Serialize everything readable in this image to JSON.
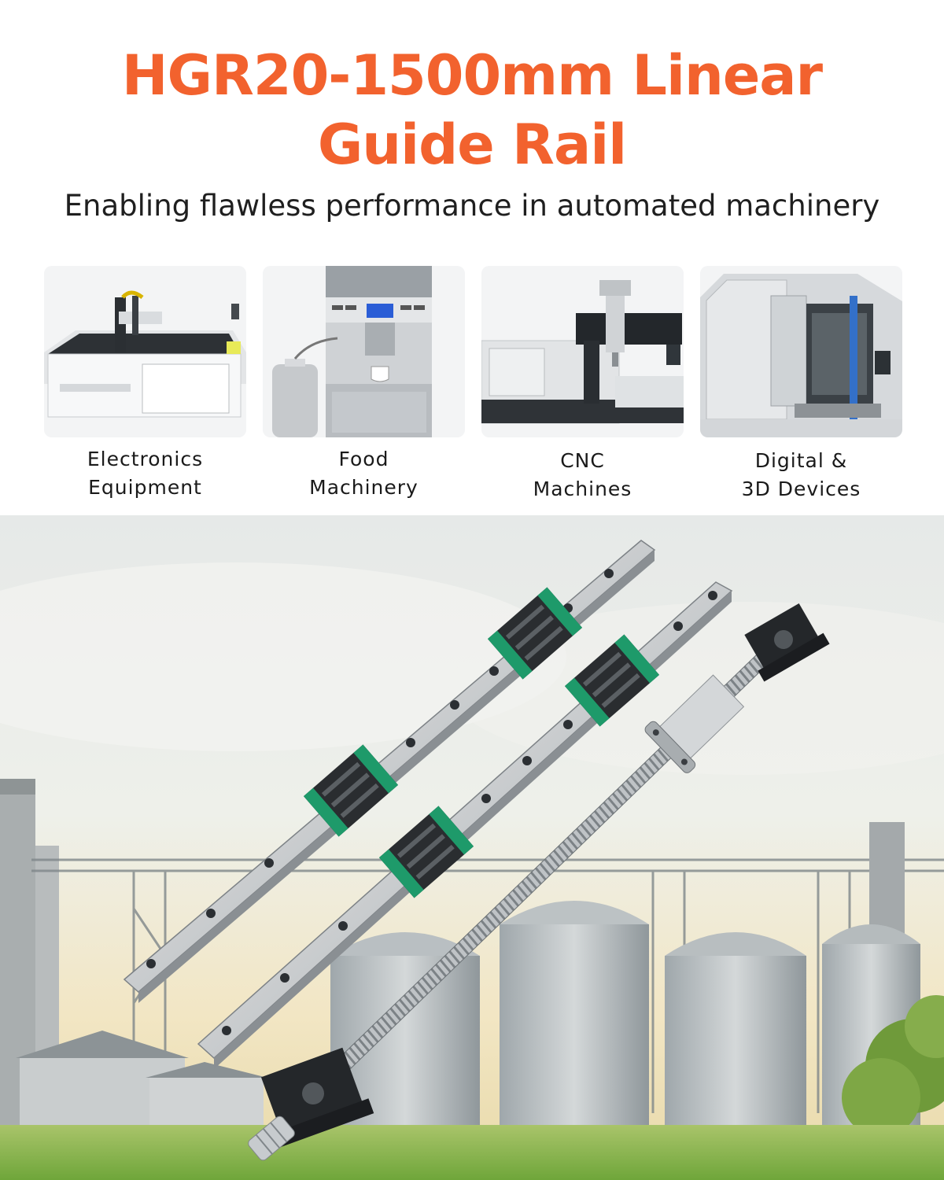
{
  "title": {
    "line1": "HGR20-1500mm Linear",
    "line2": "Guide Rail"
  },
  "subtitle": "Enabling flawless performance in automated machinery",
  "categories": [
    {
      "line1": "Electronics",
      "line2": "Equipment"
    },
    {
      "line1": "Food",
      "line2": "Machinery"
    },
    {
      "line1": "CNC",
      "line2": "Machines"
    },
    {
      "line1": "Digital &",
      "line2": "3D Devices"
    }
  ],
  "colors": {
    "title": "#f2622e",
    "carriage": "#1e9a6a",
    "sky": "#e9ecea",
    "grass": "#8dbb4a"
  }
}
